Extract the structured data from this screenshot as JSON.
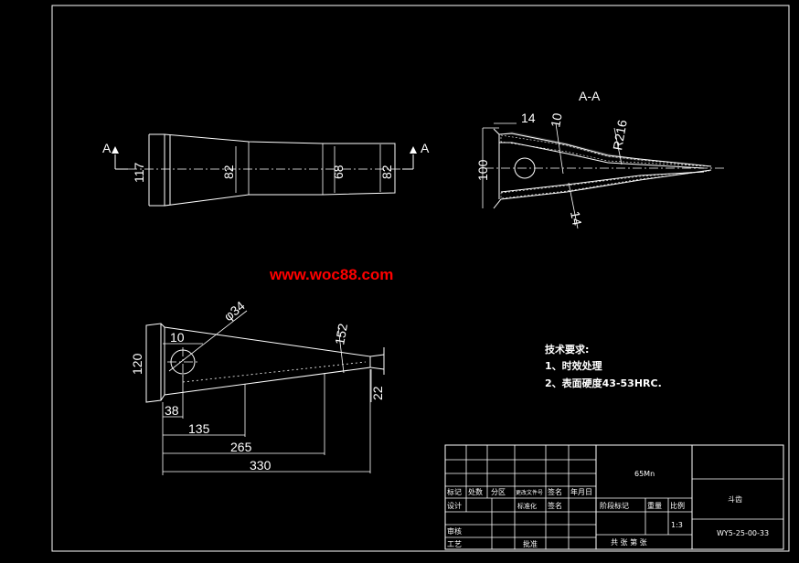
{
  "drawing": {
    "watermark": "www.woc88.com",
    "section_label": "A-A",
    "cut_marks": [
      "A",
      "A"
    ],
    "top_view": {
      "dims": [
        "117",
        "82",
        "68",
        "82"
      ]
    },
    "section_view": {
      "dims": [
        "14",
        "10",
        "R216",
        "100",
        "14"
      ]
    },
    "front_view": {
      "dims": [
        "φ34",
        "10",
        "120",
        "38",
        "135",
        "265",
        "330",
        "152",
        "22"
      ]
    },
    "tech_notes": {
      "title": "技术要求:",
      "items": [
        "1、时效处理",
        "2、表面硬度43-53HRC."
      ]
    },
    "title_block": {
      "material": "65Mn",
      "part_name": "斗齿",
      "drawing_no": "WY5-25-00-33",
      "scale_label": "比例",
      "scale_value": "1:3",
      "weight_label": "重量",
      "stage_label": "阶段标记",
      "row_headers": [
        "标记",
        "处数",
        "分区",
        "更改文件号",
        "签名",
        "年月日"
      ],
      "design_label": "设计",
      "standard_label": "标准化",
      "sign_label": "签名",
      "review_label": "审核",
      "process_label": "工艺",
      "approve_label": "批准",
      "sheets_text": "共  张 第  张"
    }
  }
}
